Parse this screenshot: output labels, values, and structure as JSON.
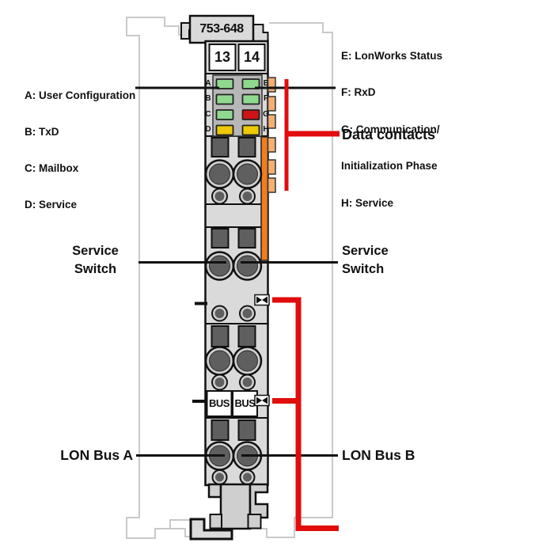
{
  "module": {
    "part_number": "753-648",
    "terminal_left": "13",
    "terminal_right": "14",
    "bus_label_a": "BUS",
    "bus_label_b": "BUS"
  },
  "leds": {
    "letters_left": [
      "A",
      "B",
      "C",
      "D"
    ],
    "letters_right": [
      "E",
      "F",
      "G",
      "H"
    ],
    "colors_left": [
      "#8FD98F",
      "#8FD98F",
      "#8FD98F",
      "#EDC907"
    ],
    "colors_right": [
      "#8FD98F",
      "#8FD98F",
      "#CD1316",
      "#EDC907"
    ]
  },
  "legend_left": {
    "items": [
      "A: User Configuration",
      "B: TxD",
      "C: Mailbox",
      "D: Service"
    ]
  },
  "legend_right": {
    "items": [
      "E: LonWorks Status",
      "F: RxD",
      "G: Communication/",
      "Initialization Phase",
      "H: Service"
    ]
  },
  "annotations": {
    "data_contacts": "Data contacts",
    "service_switch_left": "Service\nSwitch",
    "service_switch_right": "Service\nSwitch",
    "lon_bus_a": "LON Bus A",
    "lon_bus_b": "LON Bus B"
  },
  "colors": {
    "accent_red": "#E10C0C",
    "orange_strip": "#F07D1E",
    "data_contact_tab": "#F5AF72",
    "led_green": "#8FD98F",
    "led_red": "#CD1316",
    "led_yellow": "#EDC907",
    "outline_gray": "#C9C9C9"
  }
}
